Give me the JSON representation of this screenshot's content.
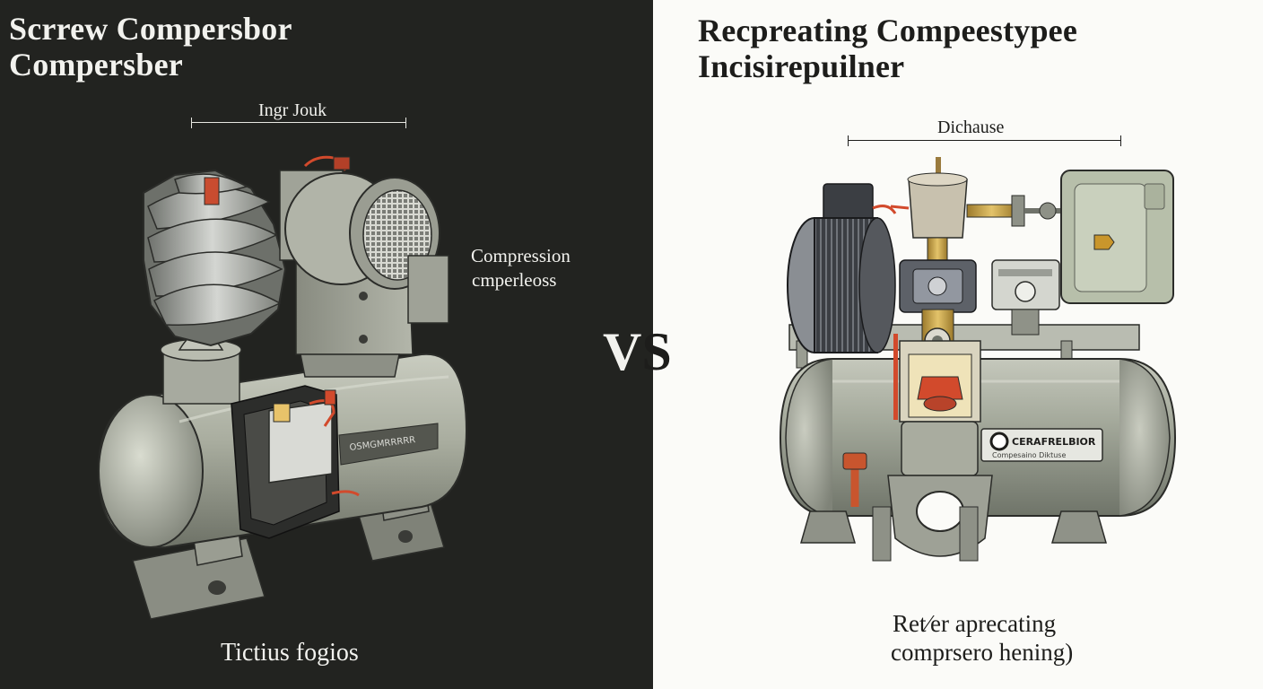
{
  "left": {
    "title_line1": "Scrrew Compersbor",
    "title_line2": "Compersber",
    "dimension_label": "Ingr Jouk",
    "side_label_line1": "Compression",
    "side_label_line2": "cmperleoss",
    "caption": "Tictius fogios",
    "plate_text": "OSMGMRRRRR"
  },
  "vs": {
    "v": "V",
    "s": "S"
  },
  "right": {
    "title_line1": "Recpreating Compeestypee",
    "title_line2": "Incisirepuilner",
    "dimension_label": "Dichause",
    "plate_line1": "CERAFRELBIOR",
    "plate_line2": "Compesaino Diktuse",
    "caption_line1": "Ret⁄er aprecating",
    "caption_line2": "comprsero hening)"
  },
  "colors": {
    "left_background": "#222320",
    "right_background": "#fbfbf8",
    "tank": "#a4a99b",
    "accent_red": "#d24a2c",
    "brass": "#c9a34a"
  }
}
